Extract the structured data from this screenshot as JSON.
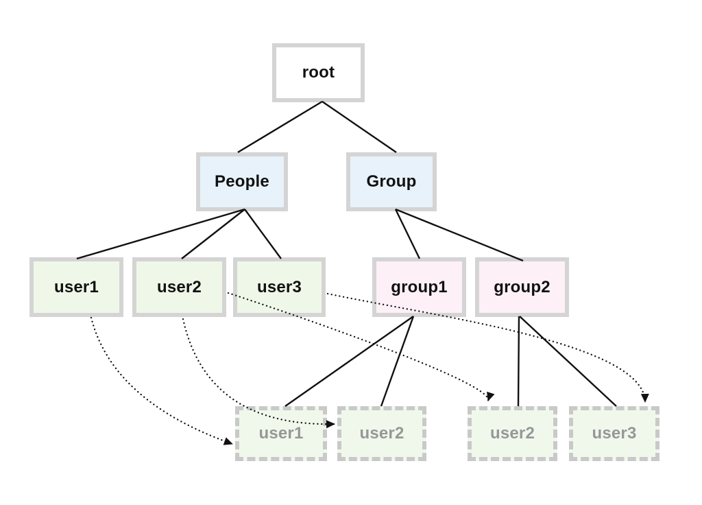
{
  "diagram": {
    "nodes": {
      "root": {
        "label": "root",
        "type": "root"
      },
      "people": {
        "label": "People",
        "type": "category"
      },
      "group": {
        "label": "Group",
        "type": "category"
      },
      "user1": {
        "label": "user1",
        "type": "user"
      },
      "user2": {
        "label": "user2",
        "type": "user"
      },
      "user3": {
        "label": "user3",
        "type": "user"
      },
      "group1": {
        "label": "group1",
        "type": "group"
      },
      "group2": {
        "label": "group2",
        "type": "group"
      },
      "user1_ref": {
        "label": "user1",
        "type": "user-reference"
      },
      "user2_ref_a": {
        "label": "user2",
        "type": "user-reference"
      },
      "user2_ref_b": {
        "label": "user2",
        "type": "user-reference"
      },
      "user3_ref": {
        "label": "user3",
        "type": "user-reference"
      }
    },
    "edges": {
      "hierarchy": [
        {
          "from": "root",
          "to": "people"
        },
        {
          "from": "root",
          "to": "group"
        },
        {
          "from": "people",
          "to": "user1"
        },
        {
          "from": "people",
          "to": "user2"
        },
        {
          "from": "people",
          "to": "user3"
        },
        {
          "from": "group",
          "to": "group1"
        },
        {
          "from": "group",
          "to": "group2"
        },
        {
          "from": "group1",
          "to": "user1_ref"
        },
        {
          "from": "group1",
          "to": "user2_ref_a"
        },
        {
          "from": "group2",
          "to": "user2_ref_b"
        },
        {
          "from": "group2",
          "to": "user3_ref"
        }
      ],
      "references": [
        {
          "from": "user1",
          "to": "user1_ref",
          "style": "dotted-arrow"
        },
        {
          "from": "user2",
          "to": "user2_ref_a",
          "style": "dotted-arrow"
        },
        {
          "from": "user2",
          "to": "user2_ref_b",
          "style": "dotted-arrow"
        },
        {
          "from": "user3",
          "to": "user3_ref",
          "style": "dotted-arrow"
        }
      ]
    },
    "colors": {
      "root_fill": "#ffffff",
      "category_fill": "#e8f2fb",
      "user_fill": "#eff7e9",
      "group_fill": "#fdf0f7",
      "reference_fill": "#f0f8ec",
      "box_border": "#d4d4d4",
      "reference_border": "#c9c9c9",
      "edge_color": "#111111",
      "reference_text": "#979797",
      "node_text": "#111111"
    }
  }
}
